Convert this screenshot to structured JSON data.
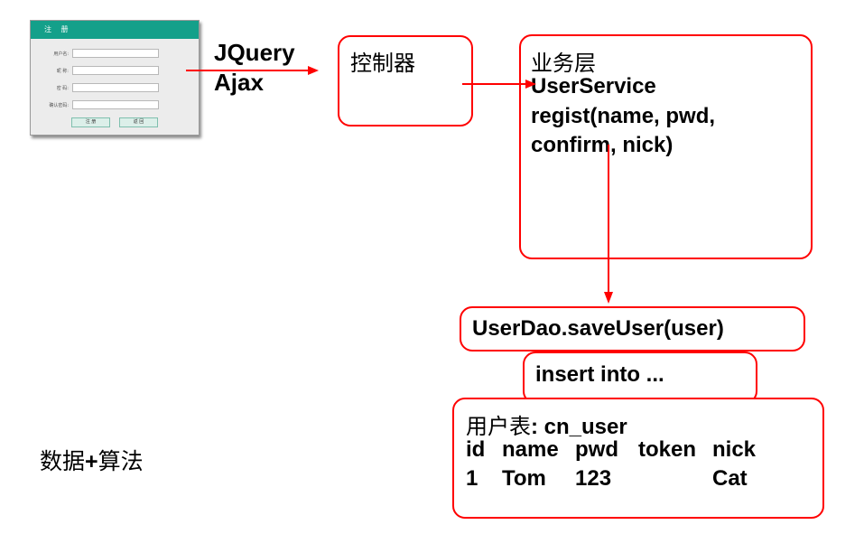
{
  "form": {
    "title": "注 册",
    "fields": [
      "用户名:",
      "昵  称:",
      "密  码:",
      "确认密码:"
    ],
    "buttons": [
      "注 册",
      "返 回"
    ]
  },
  "request": {
    "line1": "JQuery",
    "line2": "Ajax"
  },
  "controller": {
    "label": "控制器"
  },
  "service": {
    "title": "业务层",
    "class_name": "UserService",
    "method_line1": "regist(name, pwd,",
    "method_line2": "confirm, nick)"
  },
  "dao": {
    "call": "UserDao.saveUser(user)"
  },
  "sql": {
    "statement": "insert into ..."
  },
  "table": {
    "title_cn": "用户表",
    "title_rest": ": cn_user",
    "columns": [
      "id",
      "name",
      "pwd",
      "token",
      "nick"
    ],
    "row": [
      "1",
      "Tom",
      "123",
      "",
      "Cat"
    ]
  },
  "footer": {
    "prefix": "数据",
    "plus": "+",
    "suffix": "算法"
  },
  "colors": {
    "accent": "#ff0000",
    "form_header": "#14a08a"
  }
}
